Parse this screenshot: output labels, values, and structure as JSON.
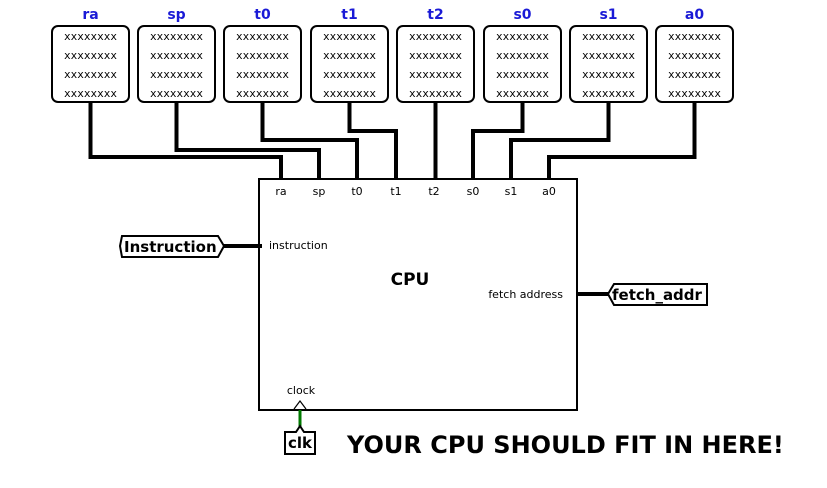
{
  "colors": {
    "register_name": "#1a1ad6",
    "wire": "#000000",
    "clock_wire": "#007a00",
    "background": "#ffffff"
  },
  "registers": [
    {
      "name": "ra",
      "bits": "xxxxxxxx"
    },
    {
      "name": "sp",
      "bits": "xxxxxxxx"
    },
    {
      "name": "t0",
      "bits": "xxxxxxxx"
    },
    {
      "name": "t1",
      "bits": "xxxxxxxx"
    },
    {
      "name": "t2",
      "bits": "xxxxxxxx"
    },
    {
      "name": "s0",
      "bits": "xxxxxxxx"
    },
    {
      "name": "s1",
      "bits": "xxxxxxxx"
    },
    {
      "name": "a0",
      "bits": "xxxxxxxx"
    }
  ],
  "cpu": {
    "title": "CPU",
    "ports_top": [
      "ra",
      "sp",
      "t0",
      "t1",
      "t2",
      "s0",
      "s1",
      "a0"
    ],
    "port_instruction": "instruction",
    "port_fetch_address": "fetch address",
    "port_clock": "clock"
  },
  "tunnels": {
    "instruction": "Instruction",
    "fetch_addr": "fetch_addr",
    "clk": "clk"
  },
  "banner": "YOUR CPU SHOULD FIT IN HERE!"
}
